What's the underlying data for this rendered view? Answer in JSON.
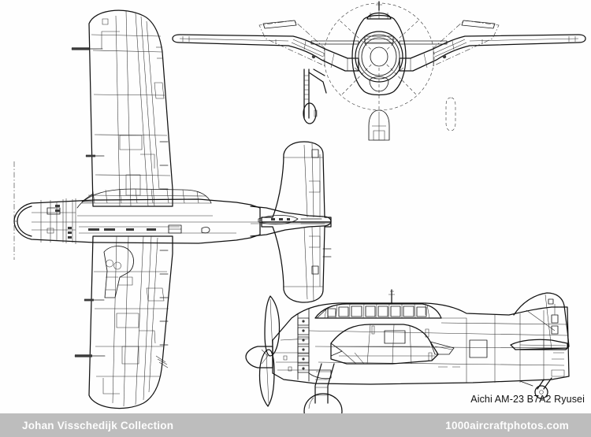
{
  "page": {
    "background_color": "#fefefe",
    "kind": "technical-three-view-line-drawing"
  },
  "caption": {
    "text": "Aichi AM-23 B7A2 Ryusei"
  },
  "footer": {
    "background_color": "#bdbdbd",
    "text_color": "#fdfdfd",
    "left_label": "Johan Visschedijk Collection",
    "right_label": "1000aircraftphotos.com"
  },
  "drawing": {
    "subject": "Aichi AM-23 B7A2 Ryusei",
    "line_color": "#1a1a1a",
    "views": [
      {
        "name": "plan-view",
        "position": "left",
        "description": "Top (plan) view of aircraft, nose at left, wings spanning vertically, inverted gull wing planform with rounded tips, two-seat canopy, tail with horizontal stabilizer"
      },
      {
        "name": "front-view",
        "position": "top-right",
        "description": "Front elevation showing inverted gull wings, radial engine cowling, propeller arc circle, main landing gear and torpedo"
      },
      {
        "name": "side-view",
        "position": "bottom-right",
        "description": "Side elevation, propeller at left, long greenhouse canopy, fixed wing fold lines, main gear down, tail fin and tail wheel"
      }
    ],
    "detail_callouts": [
      {
        "name": "folded-wing-outline",
        "style": "dash-dot",
        "view": "front-view"
      },
      {
        "name": "propeller-arc-circle",
        "style": "dashed",
        "view": "front-view"
      },
      {
        "name": "small-dashed-detail",
        "style": "dashed",
        "view": "front-view"
      },
      {
        "name": "centreline-axis",
        "style": "dash-dot",
        "view": "plan-view"
      }
    ]
  }
}
